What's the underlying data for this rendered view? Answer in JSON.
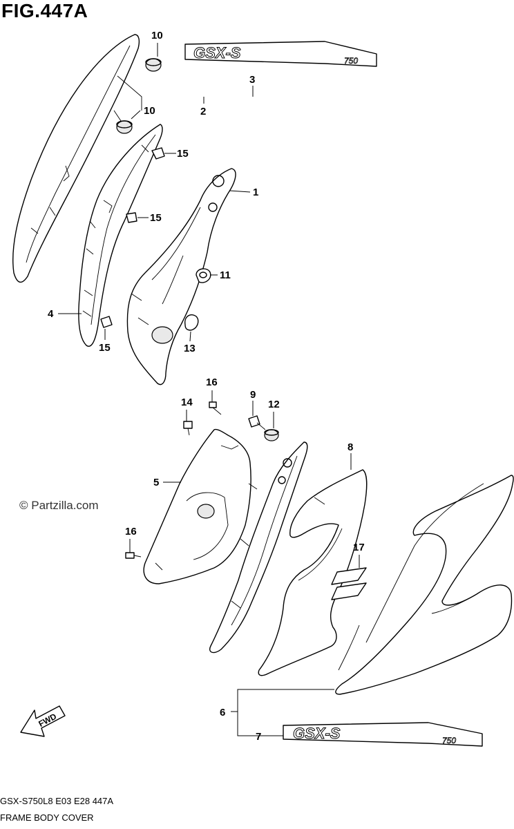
{
  "figure": {
    "title": "FIG.447A",
    "copyright": "© Partzilla.com",
    "model_code": "GSX-S750L8  E03  E28  447A",
    "caption": "FRAME BODY COVER",
    "fwd_label": "FWD",
    "emblem_text": "GSX-S",
    "emblem_sub": "750"
  },
  "parts": [
    {
      "id": "p1",
      "number": "1"
    },
    {
      "id": "p2",
      "number": "2"
    },
    {
      "id": "p3",
      "number": "3"
    },
    {
      "id": "p4",
      "number": "4"
    },
    {
      "id": "p5",
      "number": "5"
    },
    {
      "id": "p6",
      "number": "6"
    },
    {
      "id": "p7",
      "number": "7"
    },
    {
      "id": "p8",
      "number": "8"
    },
    {
      "id": "p9",
      "number": "9"
    },
    {
      "id": "p10a",
      "number": "10"
    },
    {
      "id": "p10b",
      "number": "10"
    },
    {
      "id": "p11",
      "number": "11"
    },
    {
      "id": "p12",
      "number": "12"
    },
    {
      "id": "p13",
      "number": "13"
    },
    {
      "id": "p14",
      "number": "14"
    },
    {
      "id": "p15a",
      "number": "15"
    },
    {
      "id": "p15b",
      "number": "15"
    },
    {
      "id": "p15c",
      "number": "15"
    },
    {
      "id": "p16a",
      "number": "16"
    },
    {
      "id": "p16b",
      "number": "16"
    },
    {
      "id": "p17",
      "number": "17"
    }
  ]
}
